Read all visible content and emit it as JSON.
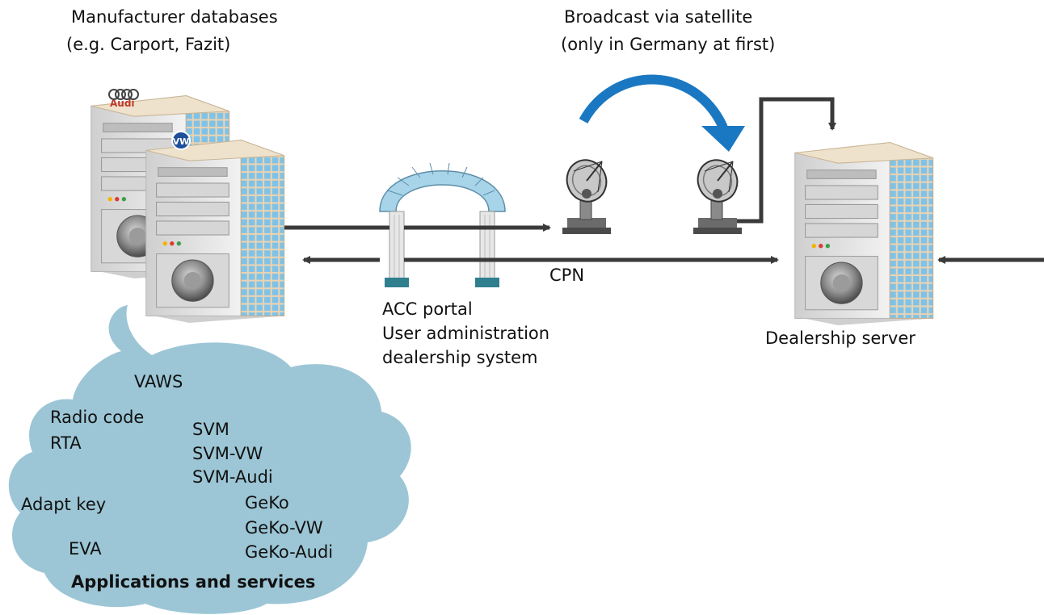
{
  "labels": {
    "manufacturer_line1": "Manufacturer databases",
    "manufacturer_line2": "(e.g. Carport, Fazit)",
    "broadcast_line1": "Broadcast via satellite",
    "broadcast_line2": "(only in Germany at first)",
    "cpn": "CPN",
    "acc_line1": "ACC portal",
    "acc_line2": "User administration",
    "acc_line3": "dealership system",
    "dealership_server": "Dealership server",
    "audi_logo_text": "Audi"
  },
  "cloud": {
    "title": "Applications and services",
    "items": [
      "VAWS",
      "Radio code",
      "RTA",
      "SVM",
      "SVM-VW",
      "SVM-Audi",
      "Adapt key",
      "GeKo",
      "GeKo-VW",
      "GeKo-Audi",
      "EVA"
    ]
  },
  "colors": {
    "cloud": "#9cc6d6",
    "arrow": "#3a3a3a",
    "satellite_arc": "#1a78c2",
    "server_grid": "#7ec2e8",
    "server_body": "#e4e4e4",
    "portal_arch": "#a8d4ea",
    "portal_base": "#2f7f8f"
  }
}
